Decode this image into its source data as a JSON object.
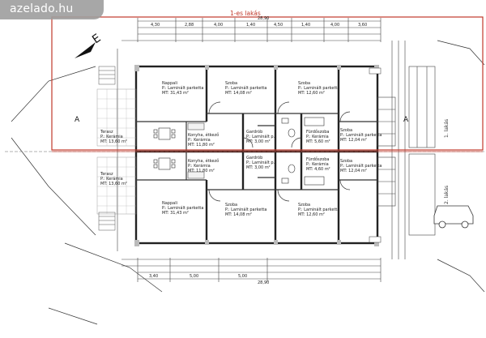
{
  "watermark": "azelado.hu",
  "highlight_label": "1-es lakás",
  "street_label": "1. lakás",
  "street_label_2": "2. lakás",
  "dimensions_top": [
    "4,30",
    "2,88",
    "4,00",
    "1,40",
    "4,50",
    "1,40",
    "4,00",
    "3,60",
    "28,90"
  ],
  "dimensions_bottom": [
    "3,40",
    "5,00",
    "5,00",
    "28,90"
  ],
  "rooms_upper": [
    {
      "name": "Nappali",
      "floor": "P.: Laminált parketta",
      "area": "MT: 31,43 m²"
    },
    {
      "name": "Szoba",
      "floor": "P.: Laminált parketta",
      "area": "MT: 14,08 m²"
    },
    {
      "name": "Szoba",
      "floor": "P.: Laminált parketta",
      "area": "MT: 12,60 m²"
    },
    {
      "name": "Konyha, étkező",
      "floor": "P.: Kerámia",
      "area": "MT: 11,80 m²"
    },
    {
      "name": "Terasz",
      "floor": "P.: Kerámia",
      "area": "MT: 13,60 m²"
    },
    {
      "name": "Gardrób",
      "floor": "P.: Laminált p.",
      "area": "MT: 3,00 m²"
    },
    {
      "name": "Fürdőszoba",
      "floor": "P.: Kerámia",
      "area": "MT: 5,60 m²"
    },
    {
      "name": "Szoba",
      "floor": "P.: Laminált parketta",
      "area": "MT: 12,04 m²"
    }
  ],
  "rooms_lower": [
    {
      "name": "Nappali",
      "floor": "P.: Laminált parketta",
      "area": "MT: 31,43 m²"
    },
    {
      "name": "Szoba",
      "floor": "P.: Laminált parketta",
      "area": "MT: 14,08 m²"
    },
    {
      "name": "Szoba",
      "floor": "P.: Laminált parketta",
      "area": "MT: 12,60 m²"
    },
    {
      "name": "Konyha, étkező",
      "floor": "P.: Kerámia",
      "area": "MT: 11,80 m²"
    },
    {
      "name": "Terasz",
      "floor": "P.: Kerámia",
      "area": "MT: 13,60 m²"
    },
    {
      "name": "Gardrób",
      "floor": "P.: Laminált p.",
      "area": "MT: 3,00 m²"
    },
    {
      "name": "Fürdőszoba",
      "floor": "P.: Kerámia",
      "area": "MT: 4,60 m²"
    },
    {
      "name": "Szoba",
      "floor": "P.: Laminált parketta",
      "area": "MT: 12,04 m²"
    }
  ],
  "colors": {
    "highlight": "#c0392b",
    "line": "#333333",
    "watermark": "#9e9e9e"
  }
}
